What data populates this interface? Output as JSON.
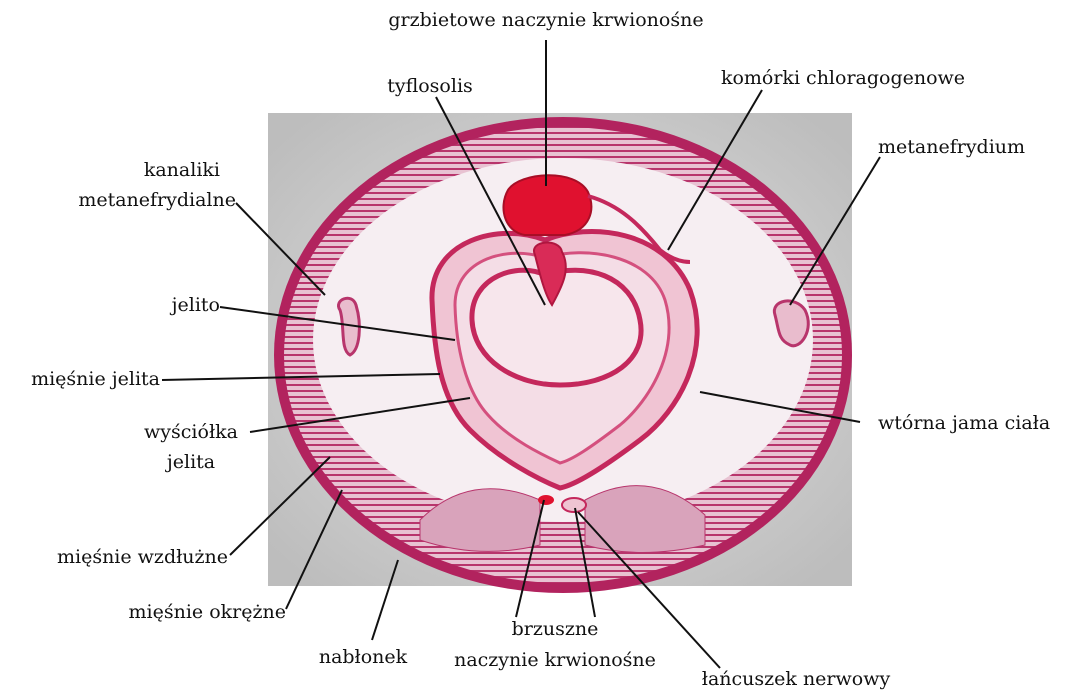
{
  "labels": {
    "dorsal_vessel": "grzbietowe naczynie krwionośne",
    "typhlosole": "tyflosolis",
    "chloragogen": "komórki chloragogenowe",
    "nephridial_tubules_1": "kanaliki",
    "nephridial_tubules_2": "metanefrydialne",
    "metanephridium": "metanefrydium",
    "intestine": "jelito",
    "gut_muscles": "mięśnie jelita",
    "gut_lining_1": "wyściółka",
    "gut_lining_2": "jelita",
    "coelom": "wtórna jama ciała",
    "longitudinal_muscles": "mięśnie wzdłużne",
    "circular_muscles": "mięśnie okrężne",
    "epithelium": "nabłonek",
    "ventral_vessel_1": "brzuszne",
    "ventral_vessel_2": "naczynie krwionośne",
    "nerve_cord": "łańcuszek nerwowy"
  },
  "colors": {
    "background_photo": "#c8c8c8",
    "body_wall": "#b2235e",
    "muscle_stripes": "#c9507e",
    "coelom_fill": "#f6eef2",
    "intestine_wall": "#c4285c",
    "dorsal_vessel": "#e0112f",
    "leader_line": "#111111"
  }
}
